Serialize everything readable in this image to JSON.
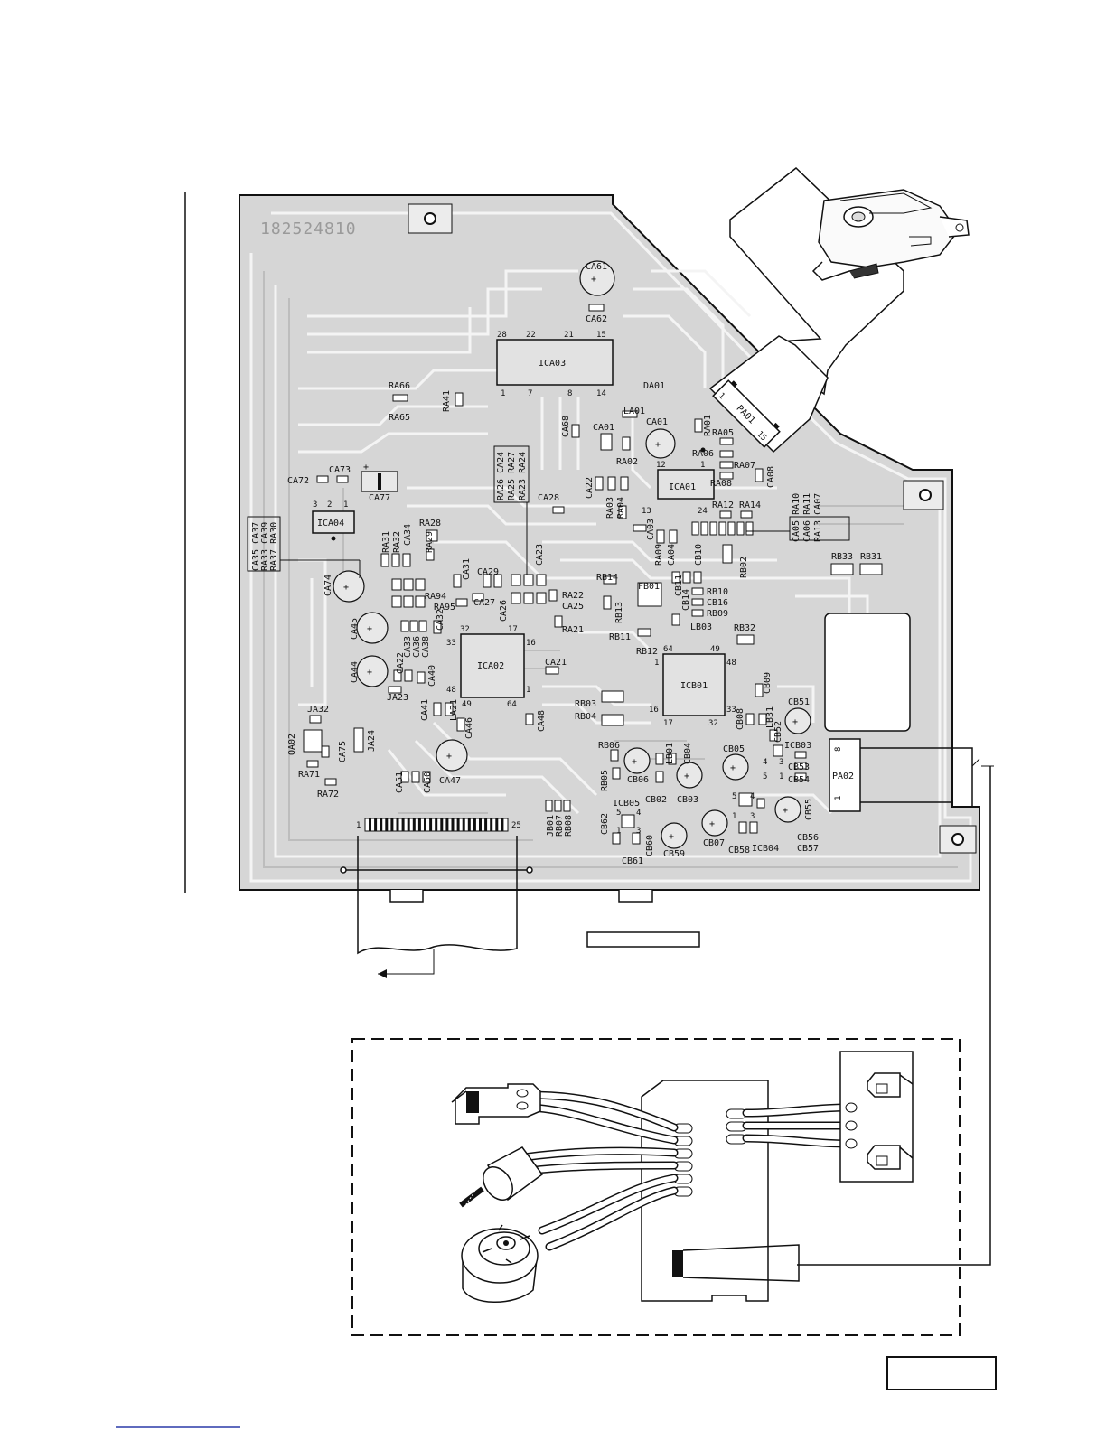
{
  "board": {
    "serial": "182524810"
  },
  "ics": [
    {
      "name": "ICA03",
      "pins": [
        "28",
        "22",
        "21",
        "15",
        "1",
        "7",
        "8",
        "14"
      ]
    },
    {
      "name": "ICA01",
      "pins": [
        "12",
        "1",
        "13",
        "24"
      ]
    },
    {
      "name": "ICA02",
      "pins": [
        "32",
        "17",
        "33",
        "16",
        "48",
        "1",
        "49",
        "64"
      ]
    },
    {
      "name": "ICB01",
      "pins": [
        "64",
        "49",
        "1",
        "48",
        "16",
        "33",
        "17",
        "32"
      ]
    },
    {
      "name": "ICA04",
      "pins": [
        "3",
        "2",
        "1"
      ]
    }
  ],
  "labels": {
    "CA61": "CA61",
    "CA62": "CA62",
    "RA66": "RA66",
    "RA65": "RA65",
    "RA41": "RA41",
    "DA01": "DA01",
    "LA01": "LA01",
    "CA01a": "CA01",
    "CA01b": "CA01",
    "RA01": "RA01",
    "RA05": "RA05",
    "RA06": "RA06",
    "RA07": "RA07",
    "RA08": "RA08",
    "CA08": "CA08",
    "RA02": "RA02",
    "CA68": "CA68",
    "PA01": "PA01",
    "PA01p1": "1",
    "PA01p15": "15",
    "RA26grp": "RA26 CA24",
    "RA25grp": "RA25 RA27",
    "RA23grp": "RA23 RA24",
    "CA72": "CA72",
    "CA73": "CA73",
    "CA77": "CA77",
    "CA28": "CA28",
    "CA22": "CA22",
    "RA03": "RA03",
    "RA04": "RA04",
    "CA03": "CA03",
    "RA12": "RA12",
    "RA14": "RA14",
    "CA05grp": "CA05 RA10",
    "CA06grp": "CA06 RA11",
    "CA07grp": "RA13 CA07",
    "CA35grp": "CA35 CA37",
    "RA33grp": "RA33 CA39",
    "RA37grp": "RA37 RA30",
    "RA31": "RA31",
    "RA32": "RA32",
    "CA34": "CA34",
    "RA28": "RA28",
    "RA29": "RA29",
    "CA31": "CA31",
    "CA23": "CA23",
    "CA29": "CA29",
    "CA27": "CA27",
    "CA26": "CA26",
    "RA22": "RA22",
    "CA25": "CA25",
    "RA21": "RA21",
    "RA09": "RA09",
    "CA04": "CA04",
    "CB10": "CB10",
    "RB02": "RB02",
    "RB33": "RB33",
    "RB31": "RB31",
    "CA74": "CA74",
    "RA94": "RA94",
    "RA95": "RA95",
    "CA32": "CA32",
    "RB14": "RB14",
    "RB13": "RB13",
    "FB01": "FB01",
    "CB11": "CB11",
    "CB14": "CB14",
    "RB10": "RB10",
    "CB16": "CB16",
    "RB09": "RB09",
    "LB03": "LB03",
    "RB32": "RB32",
    "RB11": "RB11",
    "RB12": "RB12",
    "CA45": "CA45",
    "CA33": "CA33",
    "CA36": "CA36",
    "CA38": "CA38",
    "CA44": "CA44",
    "CA22b": "CA22",
    "CA40": "CA40",
    "JA23": "JA23",
    "CA21": "CA21",
    "CB09": "CB09",
    "CB51": "CB51",
    "RB03": "RB03",
    "RB04": "RB04",
    "CA48": "CA48",
    "CA41": "CA41",
    "LA21": "LA21",
    "CA46": "CA46",
    "JA32": "JA32",
    "QA02": "QA02",
    "JA24": "JA24",
    "CA75": "CA75",
    "RA71": "RA71",
    "RA72": "RA72",
    "CA47": "CA47",
    "CA51": "CA51",
    "CA50": "CA50",
    "RB06": "RB06",
    "CB06": "CB06",
    "LB01": "LB01",
    "CB04": "CB04",
    "CB08": "CB08",
    "LB31": "LB31",
    "CB52": "CB52",
    "ICB03": "ICB03",
    "CB53": "CB53",
    "CB54": "CB54",
    "CB05": "CB05",
    "RB05": "RB05",
    "CB02": "CB02",
    "CB03": "CB03",
    "ICB05": "ICB05",
    "CB55": "CB55",
    "CB56": "CB56",
    "CB57": "CB57",
    "ICB04": "ICB04",
    "CB58": "CB58",
    "CB07": "CB07",
    "CB59": "CB59",
    "CB60": "CB60",
    "CB61": "CB61",
    "CB62": "CB62",
    "JB01": "JB01",
    "RB07": "RB07",
    "RB08": "RB08",
    "PA02": "PA02",
    "PA02p8": "8",
    "PA02p1": "1",
    "fpcP1": "1",
    "fpcP25": "25",
    "icb03p4": "4",
    "icb03p5": "5",
    "icb03p3": "3",
    "icb03p1": "1",
    "icb04p5": "5",
    "icb04p4": "4",
    "icb04p1": "1",
    "icb04p3": "3",
    "icb05p5": "5",
    "icb05p4": "4",
    "icb05p1": "1",
    "icb05p3": "3"
  }
}
